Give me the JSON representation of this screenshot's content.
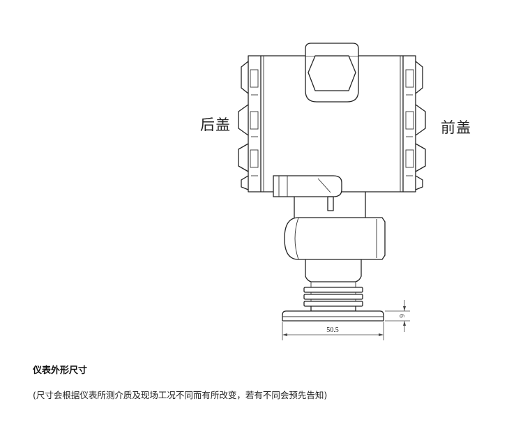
{
  "diagram": {
    "labels": {
      "rear_cover": "后盖",
      "front_cover": "前盖",
      "width_dimension": "50.5",
      "height_dimension": "6"
    }
  },
  "caption": {
    "title": "仪表外形尺寸",
    "note": "(尺寸会根据仪表所测介质及现场工况不同而有所改变，若有不同会预先告知)"
  }
}
